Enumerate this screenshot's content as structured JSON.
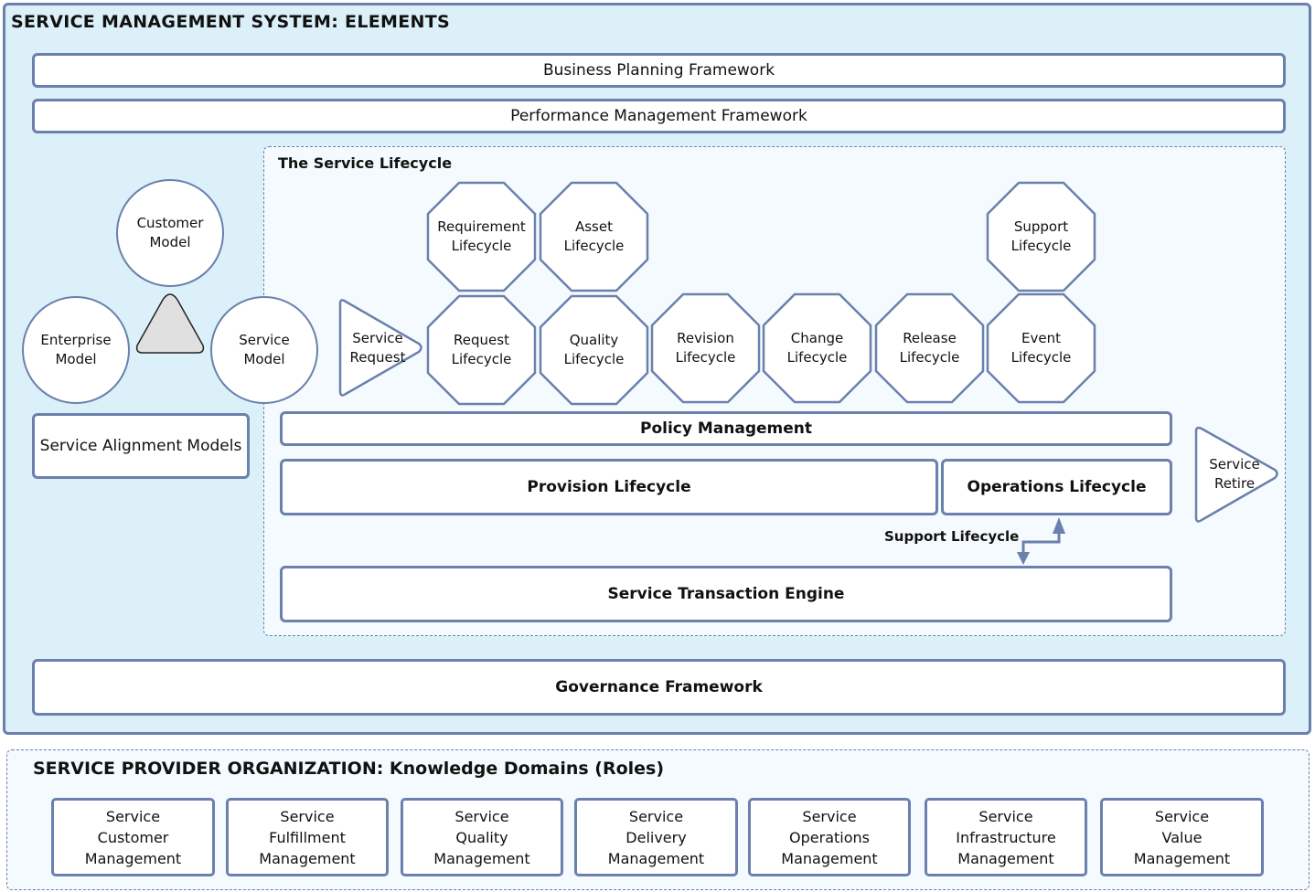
{
  "sms": {
    "title": "SERVICE MANAGEMENT SYSTEM: ELEMENTS",
    "business_planning": "Business Planning Framework",
    "performance_management": "Performance Management Framework",
    "governance": "Governance Framework"
  },
  "models": {
    "customer": "Customer\nModel",
    "enterprise": "Enterprise\nModel",
    "service": "Service\nModel",
    "alignment": "Service Alignment Models"
  },
  "lifecycle": {
    "title": "The Service Lifecycle",
    "service_request": "Service\nRequest",
    "service_retire": "Service\nRetire",
    "top_row": [
      "Requirement\nLifecycle",
      "Asset\nLifecycle",
      "Support\nLifecycle"
    ],
    "bottom_row": [
      "Request\nLifecycle",
      "Quality\nLifecycle",
      "Revision\nLifecycle",
      "Change\nLifecycle",
      "Release\nLifecycle",
      "Event\nLifecycle"
    ],
    "policy_management": "Policy Management",
    "provision": "Provision Lifecycle",
    "operations": "Operations Lifecycle",
    "support_label": "Support Lifecycle",
    "transaction_engine": "Service Transaction Engine"
  },
  "spo": {
    "title": "SERVICE PROVIDER ORGANIZATION: Knowledge Domains (Roles)",
    "roles": [
      "Service\nCustomer\nManagement",
      "Service\nFulfillment\nManagement",
      "Service\nQuality\nManagement",
      "Service\nDelivery\nManagement",
      "Service\nOperations\nManagement",
      "Service\nInfrastructure\nManagement",
      "Service\nValue\nManagement"
    ]
  },
  "colors": {
    "border": "#6a80ad",
    "panel_fill": "#dcf0f9",
    "inner_panel_fill": "#f4fafd",
    "triangle_fill": "#e0e0e0"
  }
}
